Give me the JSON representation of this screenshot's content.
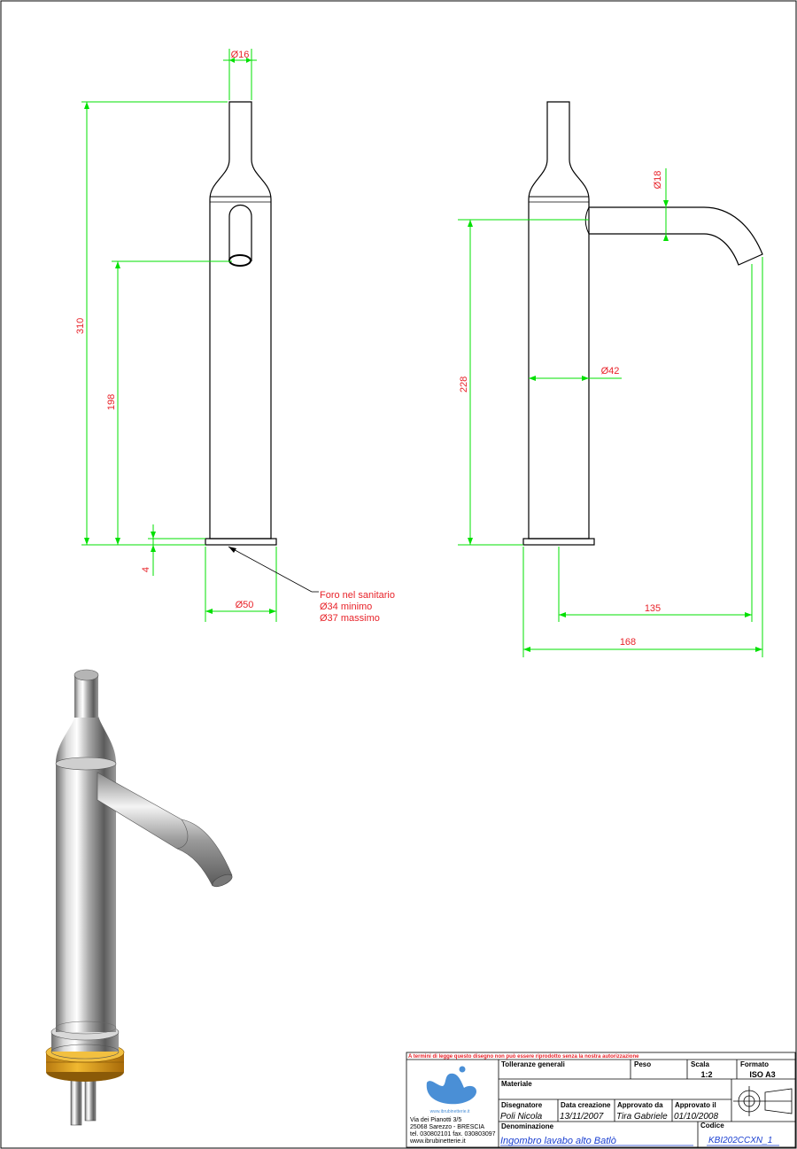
{
  "front_view": {
    "dim_top_diameter": "Ø16",
    "dim_total_height": "310",
    "dim_outlet_height": "198",
    "dim_base_thickness": "4",
    "dim_base_diameter": "Ø50",
    "hole_note": [
      "Foro nel sanitario",
      "Ø34 minimo",
      "Ø37 massimo"
    ]
  },
  "side_view": {
    "dim_spout_diameter": "Ø18",
    "dim_spout_height": "228",
    "dim_body_diameter": "Ø42",
    "dim_reach": "135",
    "dim_overall_length": "168"
  },
  "title_block": {
    "copyright_notice": "A termini di legge questo disegno non può essere riprodotto senza la nostra autorizzazione",
    "website_logo": "www.ibrubinetterie.it",
    "address": [
      "Via dei Pianotti 3/5",
      "25068 Sarezzo - BRESCIA",
      "tel. 030802101 fax. 030803097",
      "www.ibrubinetterie.it"
    ],
    "tolerances_label": "Tolleranze generali",
    "weight_label": "Peso",
    "scale_label": "Scala",
    "scale_value": "1:2",
    "format_label": "Formato",
    "format_value": "ISO A3",
    "material_label": "Materiale",
    "designer_label": "Disegnatore",
    "designer_value": "Poli Nicola",
    "created_label": "Data creazione",
    "created_value": "13/11/2007",
    "approved_by_label": "Approvato da",
    "approved_by_value": "Tira Gabriele",
    "approved_on_label": "Approvato il",
    "approved_on_value": "01/10/2008",
    "name_label": "Denominazione",
    "name_value": "Ingombro lavabo alto Batlò",
    "code_label": "Codice",
    "code_value": "KBI202CCXN_1"
  },
  "colors": {
    "dimension": "#e8232a",
    "extension_line": "#00e000",
    "outline": "#000000",
    "logo": "#4a8fd6",
    "brass": "#e0a020"
  }
}
